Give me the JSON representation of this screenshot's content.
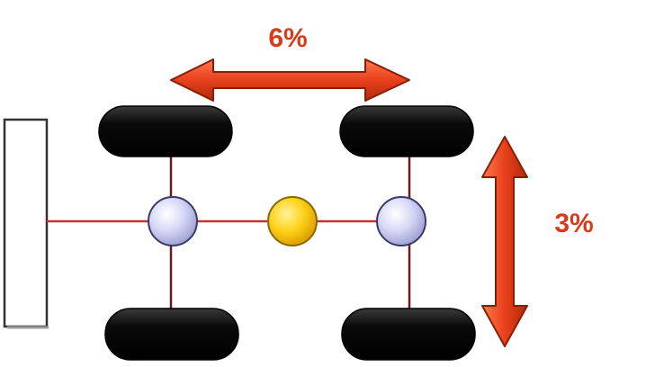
{
  "labels": {
    "horizontal_percent": "6%",
    "vertical_percent": "3%"
  },
  "colors": {
    "arrow": "#e8401c",
    "arrow_edge": "#8a1d08",
    "label": "#d93a1a",
    "tire": "#0a0a0a",
    "axle_line": "#c83030",
    "strut_line": "#6a1a1a",
    "hub_fill": "#c6c8ee",
    "hub_edge": "#3a3a6a",
    "center_fill": "#f7c600",
    "center_edge": "#8a6a00",
    "wall_fill": "#ffffff",
    "wall_edge": "#333333"
  },
  "icons": {
    "wall": "wall-block",
    "tire": "tire",
    "hub": "hub-joint",
    "center": "center-of-mass",
    "horizontal_arrow": "double-arrow-horizontal",
    "vertical_arrow": "double-arrow-vertical"
  }
}
